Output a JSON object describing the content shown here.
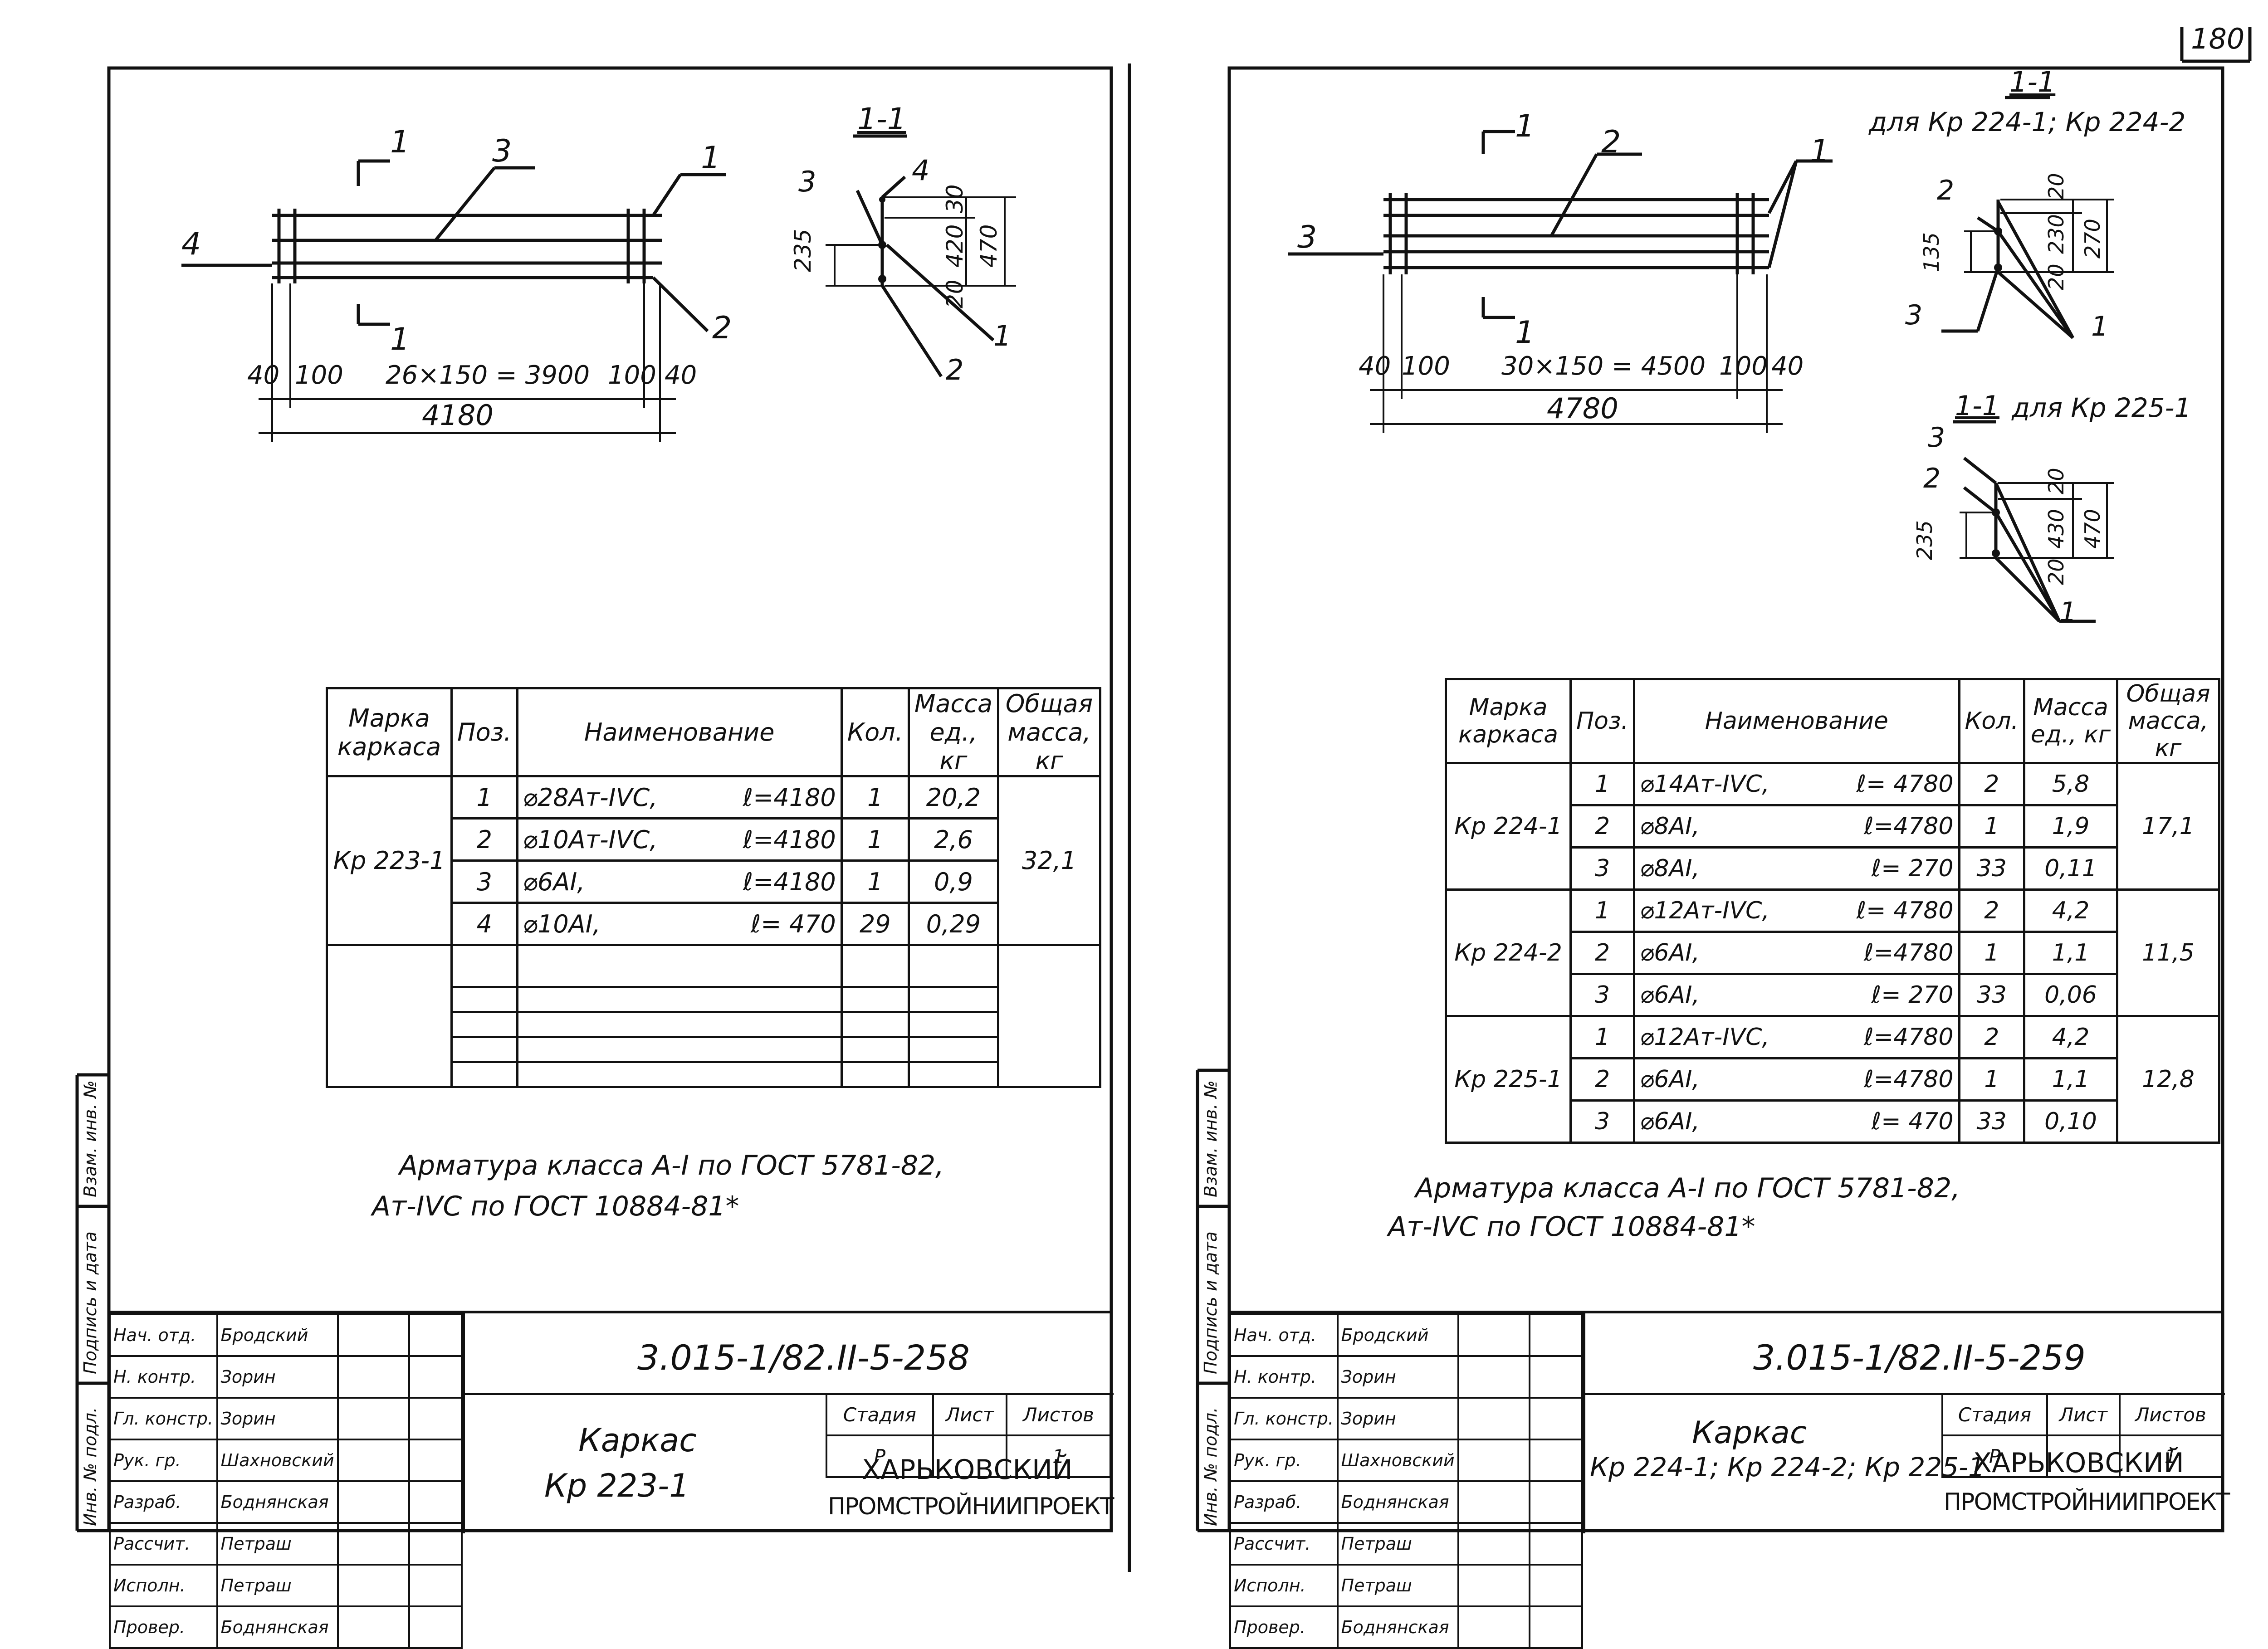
{
  "page_number": "180",
  "left": {
    "section_title": "1-1",
    "drawing_labels": {
      "p1": "1",
      "p2": "2",
      "p3": "3",
      "p4": "4",
      "cut": "1"
    },
    "dims": {
      "d40a": "40",
      "d100a": "100",
      "span": "26×150 = 3900",
      "d100b": "100",
      "d40b": "40",
      "total": "4180"
    },
    "section_dims": {
      "d235": "235",
      "d30": "30",
      "d420": "420",
      "d20": "20",
      "d470": "470"
    },
    "table": {
      "headers": {
        "mark": "Марка каркаса",
        "pos": "Поз.",
        "name": "Наименование",
        "qty": "Кол.",
        "mass": "Масса ед., кг",
        "total": "Общая масса, кг"
      },
      "mark": "Кр 223-1",
      "total_mass": "32,1",
      "rows": [
        {
          "pos": "1",
          "name": "⌀28Ат-IVС,",
          "len": "ℓ=4180",
          "qty": "1",
          "mass": "20,2"
        },
        {
          "pos": "2",
          "name": "⌀10Ат-IVС,",
          "len": "ℓ=4180",
          "qty": "1",
          "mass": "2,6"
        },
        {
          "pos": "3",
          "name": "⌀6АI,",
          "len": "ℓ=4180",
          "qty": "1",
          "mass": "0,9"
        },
        {
          "pos": "4",
          "name": "⌀10АI,",
          "len": "ℓ= 470",
          "qty": "29",
          "mass": "0,29"
        }
      ]
    },
    "note_line1": "Арматура класса А-I по ГОСТ 5781-82,",
    "note_line2": "Ат-IVС по ГОСТ 10884-81*",
    "stamp": {
      "doc_code": "3.015-1/82.II-5-258",
      "title_line1": "Каркас",
      "title_line2": "Кр 223-1",
      "stage_label": "Стадия",
      "sheet_label": "Лист",
      "sheets_label": "Листов",
      "stage": "Р",
      "sheet": "",
      "sheets": "1",
      "org_line1": "ХАРЬКОВСКИЙ",
      "org_line2": "ПРОМСТРОЙНИИПРОЕКТ",
      "roles": [
        {
          "role": "Нач. отд.",
          "name": "Бродский"
        },
        {
          "role": "Н. контр.",
          "name": "Зорин"
        },
        {
          "role": "Гл. констр.",
          "name": "Зорин"
        },
        {
          "role": "Рук. гр.",
          "name": "Шахновский"
        },
        {
          "role": "Разраб.",
          "name": "Боднянская"
        },
        {
          "role": "Рассчит.",
          "name": "Петраш"
        },
        {
          "role": "Исполн.",
          "name": "Петраш"
        },
        {
          "role": "Провер.",
          "name": "Боднянская"
        }
      ]
    },
    "side_labels": {
      "a": "Взам. инв. №",
      "b": "Подпись и дата",
      "c": "Инв. № подл."
    }
  },
  "right": {
    "section_title": "1-1",
    "section_sub": "для Кр 224-1; Кр 224-2",
    "section2_title": "1-1",
    "section2_sub": "для Кр 225-1",
    "drawing_labels": {
      "p1": "1",
      "p2": "2",
      "p3": "3",
      "cut": "1"
    },
    "dims": {
      "d40a": "40",
      "d100a": "100",
      "span": "30×150 = 4500",
      "d100b": "100",
      "d40b": "40",
      "total": "4780"
    },
    "section_dims": {
      "d20": "20",
      "d230": "230",
      "d270": "270",
      "d135": "135",
      "d20b": "20"
    },
    "section2_dims": {
      "d20": "20",
      "d430": "430",
      "d470": "470",
      "d235": "235",
      "d20b": "20"
    },
    "table": {
      "headers": {
        "mark": "Марка каркаса",
        "pos": "Поз.",
        "name": "Наименование",
        "qty": "Кол.",
        "mass": "Масса ед., кг",
        "total": "Общая масса, кг"
      },
      "groups": [
        {
          "mark": "Кр 224-1",
          "total": "17,1",
          "rows": [
            {
              "pos": "1",
              "name": "⌀14Ат-IVС,",
              "len": "ℓ= 4780",
              "qty": "2",
              "mass": "5,8"
            },
            {
              "pos": "2",
              "name": "⌀8АI,",
              "len": "ℓ=4780",
              "qty": "1",
              "mass": "1,9"
            },
            {
              "pos": "3",
              "name": "⌀8АI,",
              "len": "ℓ= 270",
              "qty": "33",
              "mass": "0,11"
            }
          ]
        },
        {
          "mark": "Кр 224-2",
          "total": "11,5",
          "rows": [
            {
              "pos": "1",
              "name": "⌀12Ат-IVС,",
              "len": "ℓ= 4780",
              "qty": "2",
              "mass": "4,2"
            },
            {
              "pos": "2",
              "name": "⌀6АI,",
              "len": "ℓ=4780",
              "qty": "1",
              "mass": "1,1"
            },
            {
              "pos": "3",
              "name": "⌀6АI,",
              "len": "ℓ= 270",
              "qty": "33",
              "mass": "0,06"
            }
          ]
        },
        {
          "mark": "Кр 225-1",
          "total": "12,8",
          "rows": [
            {
              "pos": "1",
              "name": "⌀12Ат-IVС,",
              "len": "ℓ=4780",
              "qty": "2",
              "mass": "4,2"
            },
            {
              "pos": "2",
              "name": "⌀6АI,",
              "len": "ℓ=4780",
              "qty": "1",
              "mass": "1,1"
            },
            {
              "pos": "3",
              "name": "⌀6АI,",
              "len": "ℓ= 470",
              "qty": "33",
              "mass": "0,10"
            }
          ]
        }
      ]
    },
    "note_line1": "Арматура класса А-I по ГОСТ 5781-82,",
    "note_line2": "Ат-IVС по ГОСТ 10884-81*",
    "stamp": {
      "doc_code": "3.015-1/82.II-5-259",
      "title_line1": "Каркас",
      "title_line2": "Кр 224-1; Кр 224-2; Кр 225-1",
      "stage_label": "Стадия",
      "sheet_label": "Лист",
      "sheets_label": "Листов",
      "stage": "Р",
      "sheet": "",
      "sheets": "1",
      "org_line1": "ХАРЬКОВСКИЙ",
      "org_line2": "ПРОМСТРОЙНИИПРОЕКТ",
      "roles": [
        {
          "role": "Нач. отд.",
          "name": "Бродский"
        },
        {
          "role": "Н. контр.",
          "name": "Зорин"
        },
        {
          "role": "Гл. констр.",
          "name": "Зорин"
        },
        {
          "role": "Рук. гр.",
          "name": "Шахновский"
        },
        {
          "role": "Разраб.",
          "name": "Боднянская"
        },
        {
          "role": "Рассчит.",
          "name": "Петраш"
        },
        {
          "role": "Исполн.",
          "name": "Петраш"
        },
        {
          "role": "Провер.",
          "name": "Боднянская"
        }
      ]
    },
    "side_labels": {
      "a": "Взам. инв. №",
      "b": "Подпись и дата",
      "c": "Инв. № подл."
    }
  }
}
